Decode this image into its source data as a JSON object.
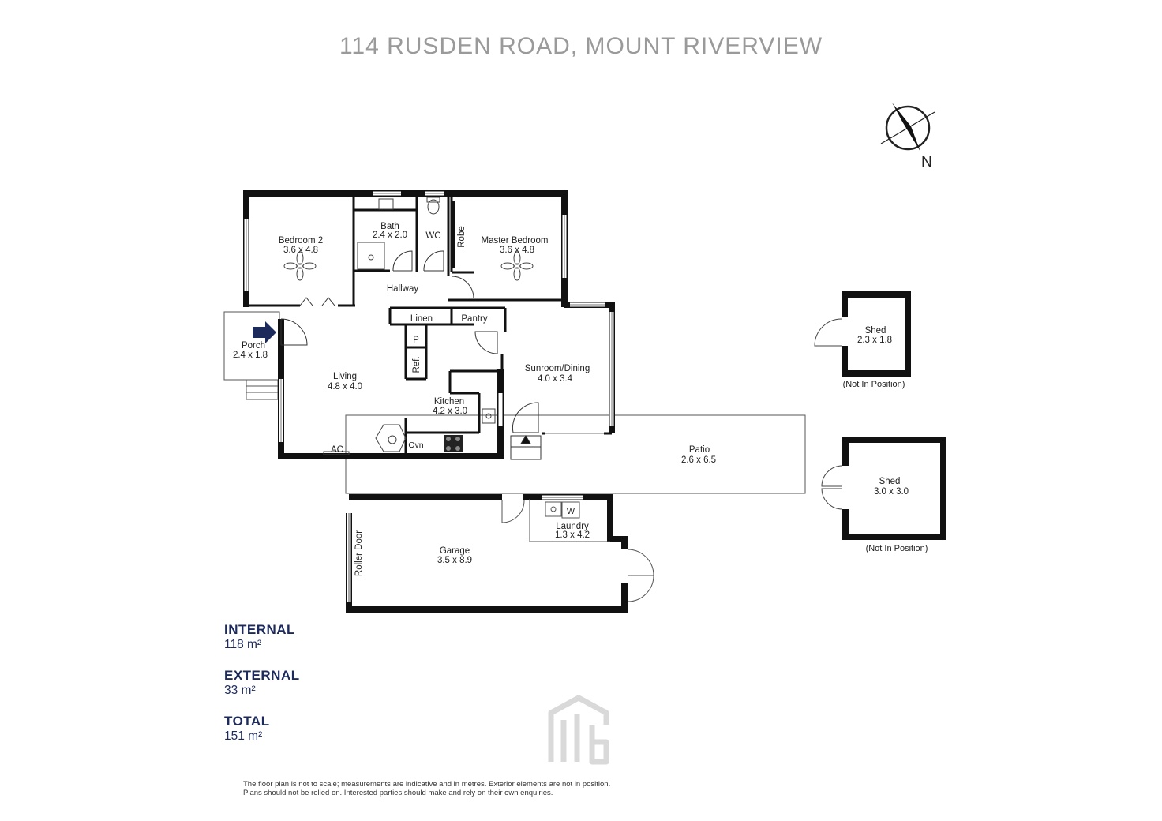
{
  "title": "114 RUSDEN ROAD, MOUNT RIVERVIEW",
  "compass_label": "N",
  "rooms": {
    "bedroom2": {
      "name": "Bedroom 2",
      "dims": "3.6 x 4.8"
    },
    "bath": {
      "name": "Bath",
      "dims": "2.4 x 2.0"
    },
    "wc": {
      "name": "WC"
    },
    "robe": {
      "name": "Robe"
    },
    "master": {
      "name": "Master Bedroom",
      "dims": "3.6 x 4.8"
    },
    "hallway": {
      "name": "Hallway"
    },
    "linen": {
      "name": "Linen"
    },
    "pantry": {
      "name": "Pantry"
    },
    "porch": {
      "name": "Porch",
      "dims": "2.4 x 1.8"
    },
    "living": {
      "name": "Living",
      "dims": "4.8 x 4.0"
    },
    "p": {
      "name": "P"
    },
    "ref": {
      "name": "Ref."
    },
    "kitchen": {
      "name": "Kitchen",
      "dims": "4.2 x 3.0"
    },
    "ovn": {
      "name": "Ovn"
    },
    "ac": {
      "name": "AC"
    },
    "sunroom": {
      "name": "Sunroom/Dining",
      "dims": "4.0 x 3.4"
    },
    "patio": {
      "name": "Patio",
      "dims": "2.6 x 6.5"
    },
    "laundry": {
      "name": "Laundry",
      "dims": "1.3 x 4.2"
    },
    "w": {
      "name": "W"
    },
    "garage": {
      "name": "Garage",
      "dims": "3.5 x 8.9"
    },
    "roller": {
      "name": "Roller Door"
    },
    "shed1": {
      "name": "Shed",
      "dims": "2.3 x 1.8",
      "note": "(Not In Position)"
    },
    "shed2": {
      "name": "Shed",
      "dims": "3.0 x 3.0",
      "note": "(Not In Position)"
    }
  },
  "areas": {
    "internal": {
      "label": "INTERNAL",
      "value": "118 m²"
    },
    "external": {
      "label": "EXTERNAL",
      "value": "33 m²"
    },
    "total": {
      "label": "TOTAL",
      "value": "151 m²"
    }
  },
  "disclaimer": {
    "line1": "The floor plan is not to scale; measurements are indicative and in metres. Exterior elements are not in position.",
    "line2": "Plans should not be relied on. Interested parties should make and rely on their own enquiries."
  },
  "colors": {
    "wall": "#111111",
    "accent": "#1c2a5c",
    "title": "#9a9a9a",
    "logo": "#d9d9d9"
  }
}
